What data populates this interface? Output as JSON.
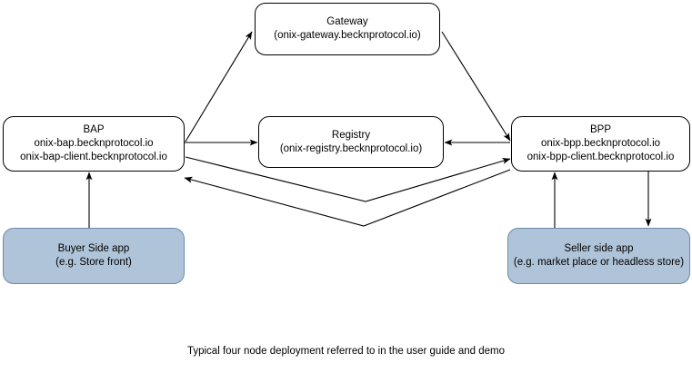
{
  "diagram": {
    "title_caption": "Typical four node deployment referred to in the user guide and demo",
    "colors": {
      "node_fill": "#ffffff",
      "node_stroke": "#000000",
      "app_fill": "#b0c4d9",
      "app_stroke": "#6b8aab",
      "arrow_stroke": "#000000",
      "text": "#000000",
      "background": "#ffffff"
    },
    "nodes": {
      "gateway": {
        "label": "Gateway",
        "host": "(onix-gateway.becknprotocol.io)"
      },
      "bap": {
        "label": "BAP",
        "host": "onix-bap.becknprotocol.io",
        "host2": "onix-bap-client.becknprotocol.io"
      },
      "registry": {
        "label": "Registry",
        "host": "(onix-registry.becknprotocol.io)"
      },
      "bpp": {
        "label": "BPP",
        "host": "onix-bpp.becknprotocol.io",
        "host2": "onix-bpp-client.becknprotocol.io"
      },
      "buyer_app": {
        "label": "Buyer Side app",
        "host": "(e.g. Store front)"
      },
      "seller_app": {
        "label": "Seller side app",
        "host": "(e.g. market place or headless store)"
      }
    },
    "connections": [
      {
        "name": "bap-to-gateway",
        "from": "bap",
        "to": "gateway",
        "direction": "one-way"
      },
      {
        "name": "gateway-to-bpp",
        "from": "gateway",
        "to": "bpp",
        "direction": "one-way"
      },
      {
        "name": "bap-to-registry",
        "from": "bap",
        "to": "registry",
        "direction": "one-way"
      },
      {
        "name": "bpp-to-registry",
        "from": "bpp",
        "to": "registry",
        "direction": "one-way"
      },
      {
        "name": "bap-to-bpp",
        "from": "bap",
        "to": "bpp",
        "direction": "one-way"
      },
      {
        "name": "bpp-to-bap",
        "from": "bpp",
        "to": "bap",
        "direction": "one-way"
      },
      {
        "name": "buyer-app-to-bap",
        "from": "buyer_app",
        "to": "bap",
        "direction": "one-way"
      },
      {
        "name": "seller-app-to-bpp",
        "from": "seller_app",
        "to": "bpp",
        "direction": "one-way"
      },
      {
        "name": "bpp-to-seller-app",
        "from": "bpp",
        "to": "seller_app",
        "direction": "one-way"
      }
    ]
  }
}
